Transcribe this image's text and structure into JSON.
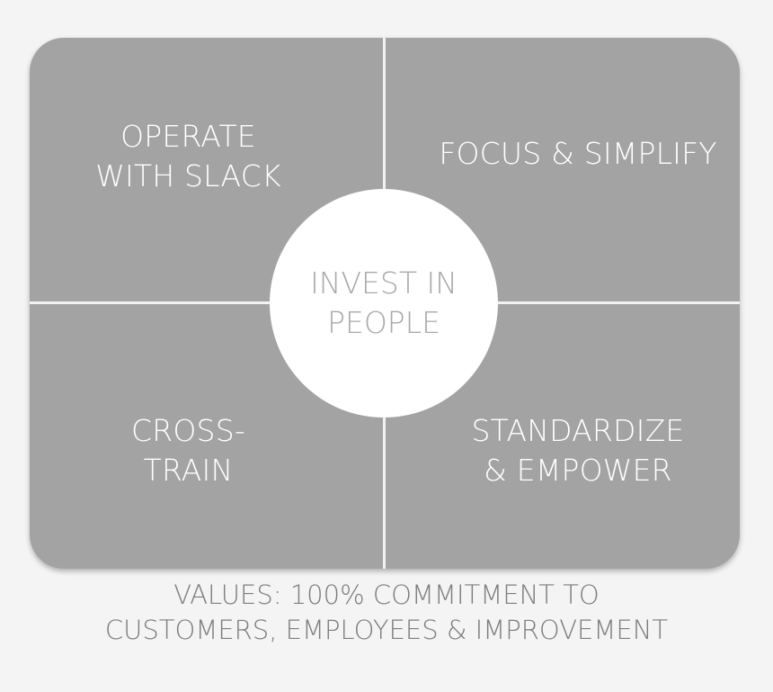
{
  "diagram": {
    "quadrants": {
      "top_left": [
        "OPERATE",
        "WITH SLACK"
      ],
      "top_right": [
        "FOCUS & SIMPLIFY"
      ],
      "bottom_left": [
        "CROSS-",
        "TRAIN"
      ],
      "bottom_right": [
        "STANDARDIZE",
        "& EMPOWER"
      ]
    },
    "center": [
      "INVEST IN",
      "PEOPLE"
    ]
  },
  "footer": {
    "lines": [
      "VALUES: 100% COMMITMENT TO",
      "CUSTOMERS, EMPLOYEES & IMPROVEMENT"
    ]
  },
  "colors": {
    "panel": "#a3a3a3",
    "divider": "#f2f2f2",
    "circle": "#ffffff",
    "center_text": "#a9a9a9",
    "footer_text": "#7d7d7d"
  }
}
